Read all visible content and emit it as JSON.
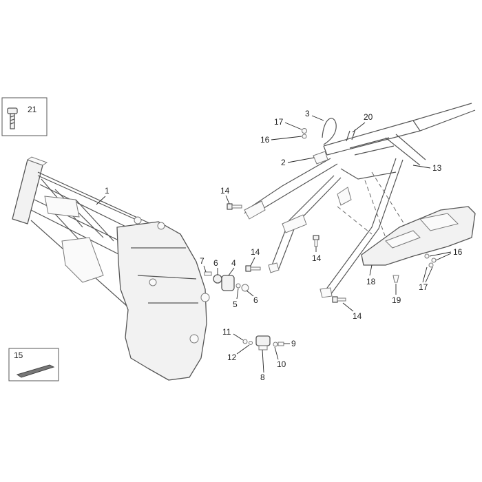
{
  "callouts": {
    "c1": "1",
    "c2": "2",
    "c3": "3",
    "c4": "4",
    "c5": "5",
    "c6a": "6",
    "c6b": "6",
    "c7": "7",
    "c8": "8",
    "c9": "9",
    "c10": "10",
    "c11": "11",
    "c12": "12",
    "c13": "13",
    "c14a": "14",
    "c14b": "14",
    "c14c": "14",
    "c14d": "14",
    "c15": "15",
    "c16a": "16",
    "c16b": "16",
    "c17a": "17",
    "c17b": "17",
    "c18": "18",
    "c19": "19",
    "c20": "20",
    "c21": "21"
  },
  "colors": {
    "line": "#555555",
    "fill": "#f2f2f2",
    "text": "#222222"
  }
}
